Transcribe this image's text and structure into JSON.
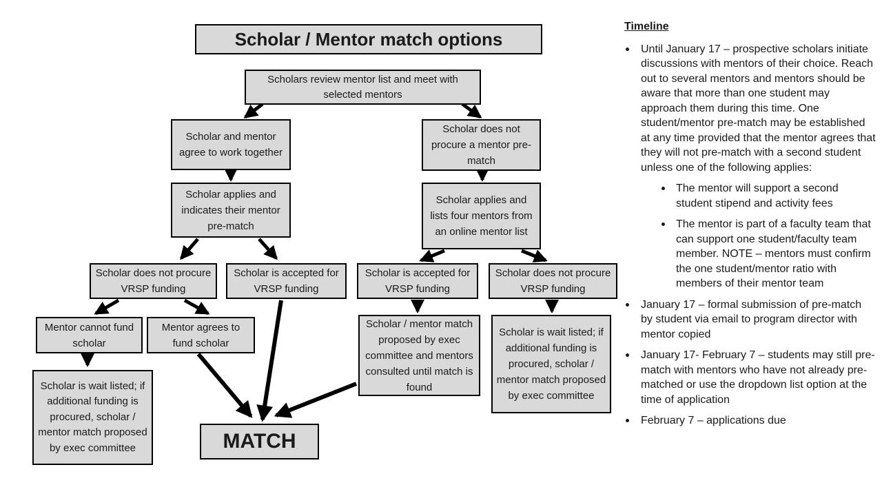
{
  "colors": {
    "box_fill": "#d9d9d9",
    "box_border": "#000000",
    "arrow": "#000000",
    "background": "#ffffff"
  },
  "flowchart": {
    "title": "Scholar / Mentor match options",
    "nodes": {
      "review": "Scholars review mentor list and meet with selected mentors",
      "agree": "Scholar and mentor agree to work together",
      "no_prematch": "Scholar does not procure a mentor pre-match",
      "applies_indicates": "Scholar applies and indicates their mentor pre-match",
      "applies_lists": "Scholar applies and lists four mentors from an online mentor list",
      "nofund_left": "Scholar does not procure VRSP funding",
      "accept_left": "Scholar is accepted for VRSP funding",
      "accept_right": "Scholar is accepted for VRSP funding",
      "nofund_right": "Scholar does not procure VRSP funding",
      "cannot_fund": "Mentor cannot fund scholar",
      "agrees_fund": "Mentor agrees to fund scholar",
      "waitlist_left": "Scholar is wait listed; if additional funding is procured, scholar / mentor match proposed by exec committee",
      "proposal": "Scholar / mentor match proposed by exec committee and mentors consulted until match is found",
      "waitlist_right": "Scholar is wait listed; if additional funding is procured, scholar / mentor match proposed by exec committee",
      "match": "MATCH"
    }
  },
  "timeline": {
    "heading": "Timeline",
    "items": [
      {
        "level": 1,
        "text": "Until January 17 – prospective scholars initiate discussions with mentors of their choice. Reach out to several mentors and mentors should be aware that more than one student may approach them during this time. One student/mentor pre-match may be established at any time provided that the mentor agrees that they will not pre-match with a second student unless one of the following applies:"
      },
      {
        "level": 2,
        "text": "The mentor will support a second student stipend and activity fees"
      },
      {
        "level": 2,
        "text": "The mentor is part of a faculty team that can support one student/faculty team member. NOTE – mentors must confirm the one student/mentor ratio with members of their mentor team"
      },
      {
        "level": 1,
        "text": "January 17 – formal submission of pre-match by student via email to program director with mentor copied"
      },
      {
        "level": 1,
        "text": "January 17- February 7 – students may still pre-match with mentors who have not already pre-matched or use the dropdown list option at the time of application"
      },
      {
        "level": 1,
        "text": "February 7 – applications due"
      }
    ]
  }
}
